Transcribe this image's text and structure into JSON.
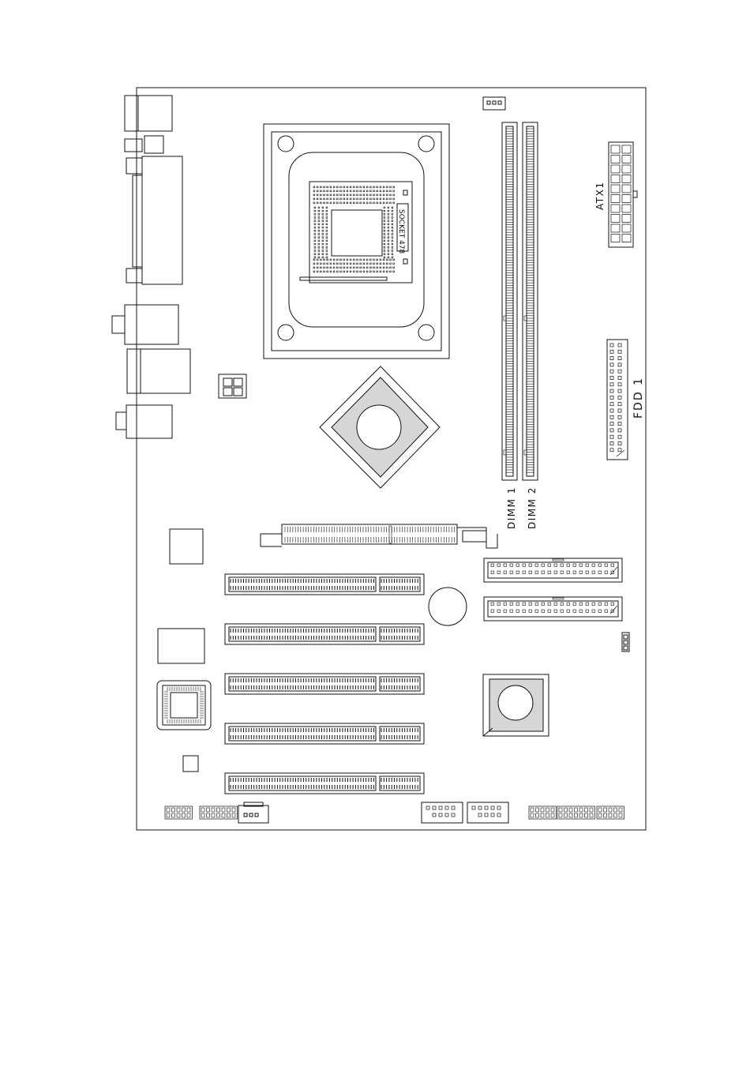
{
  "labels": {
    "socket": "SOCKET 478",
    "atx": "ATX1",
    "fdd": "FDD 1",
    "dimm1": "DIMM 1",
    "dimm2": "DIMM 2"
  },
  "colors": {
    "line": "#111111",
    "fill_gray": "#d6d6d6",
    "background": "#ffffff"
  }
}
